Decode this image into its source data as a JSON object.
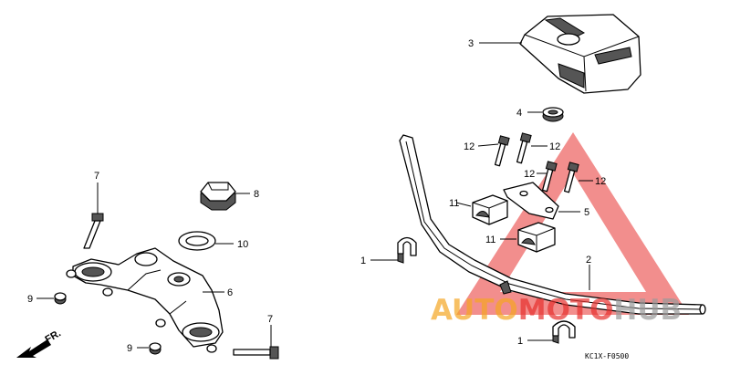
{
  "callouts": {
    "c1a": "1",
    "c1b": "1",
    "c2": "2",
    "c3": "3",
    "c4": "4",
    "c5": "5",
    "c6": "6",
    "c7a": "7",
    "c7b": "7",
    "c8": "8",
    "c9a": "9",
    "c9b": "9",
    "c10": "10",
    "c11a": "11",
    "c11b": "11",
    "c12a": "12",
    "c12b": "12",
    "c12c": "12",
    "c12d": "12"
  },
  "fr_label": "FR.",
  "diagram_code": "KC1X-F0500",
  "watermark": {
    "part1": "AUTO",
    "part2": "MOTO",
    "part3": "HUB",
    "color_orange": "#f5a623",
    "color_red": "#e8312f",
    "color_gray": "#9a9a9a"
  }
}
